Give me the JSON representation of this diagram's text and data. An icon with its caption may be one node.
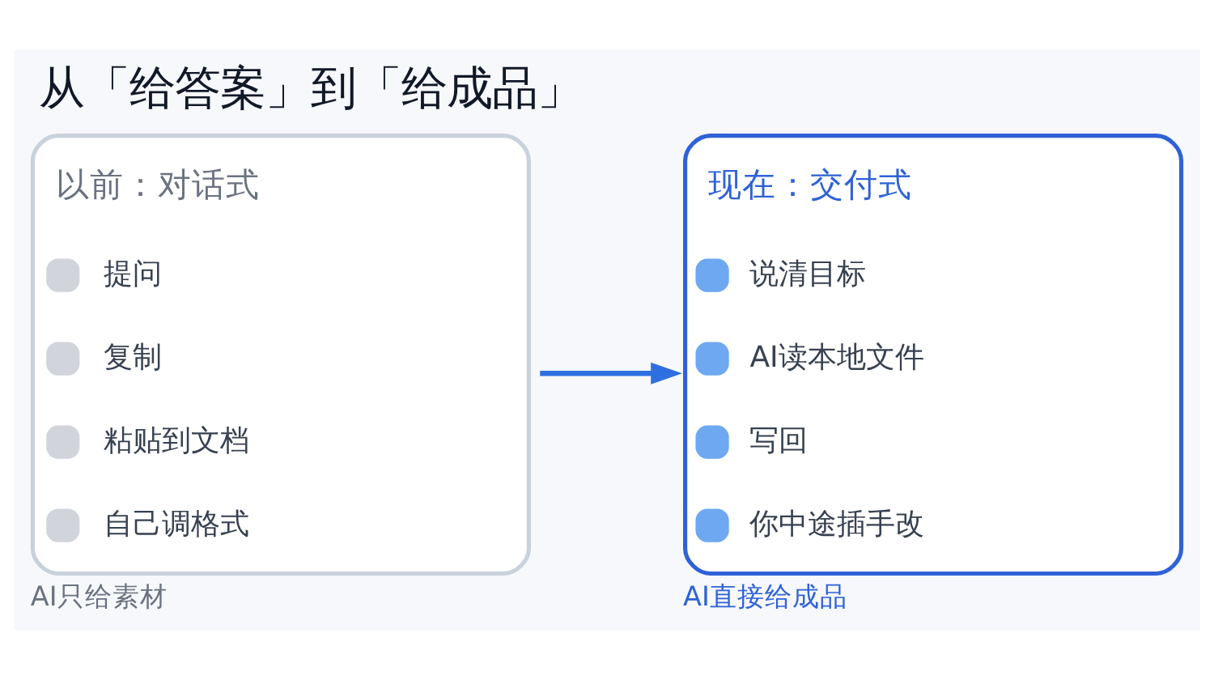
{
  "diagram": {
    "title": "从「给答案」到「给成品」",
    "nodes": [
      {
        "text": [
          "以前：对话式",
          "提问",
          "复制",
          "粘贴到文档",
          "自己调格式"
        ],
        "beside": [
          "AI只给素材"
        ]
      },
      {
        "text": [
          "现在：交付式",
          "说清目标",
          "AI读本地文件",
          "写回",
          "你中途插手改"
        ],
        "beside": [
          "AI直接给成品"
        ]
      }
    ],
    "edges": [
      {
        "from": 0,
        "to": 1,
        "arrow": "to"
      }
    ]
  }
}
